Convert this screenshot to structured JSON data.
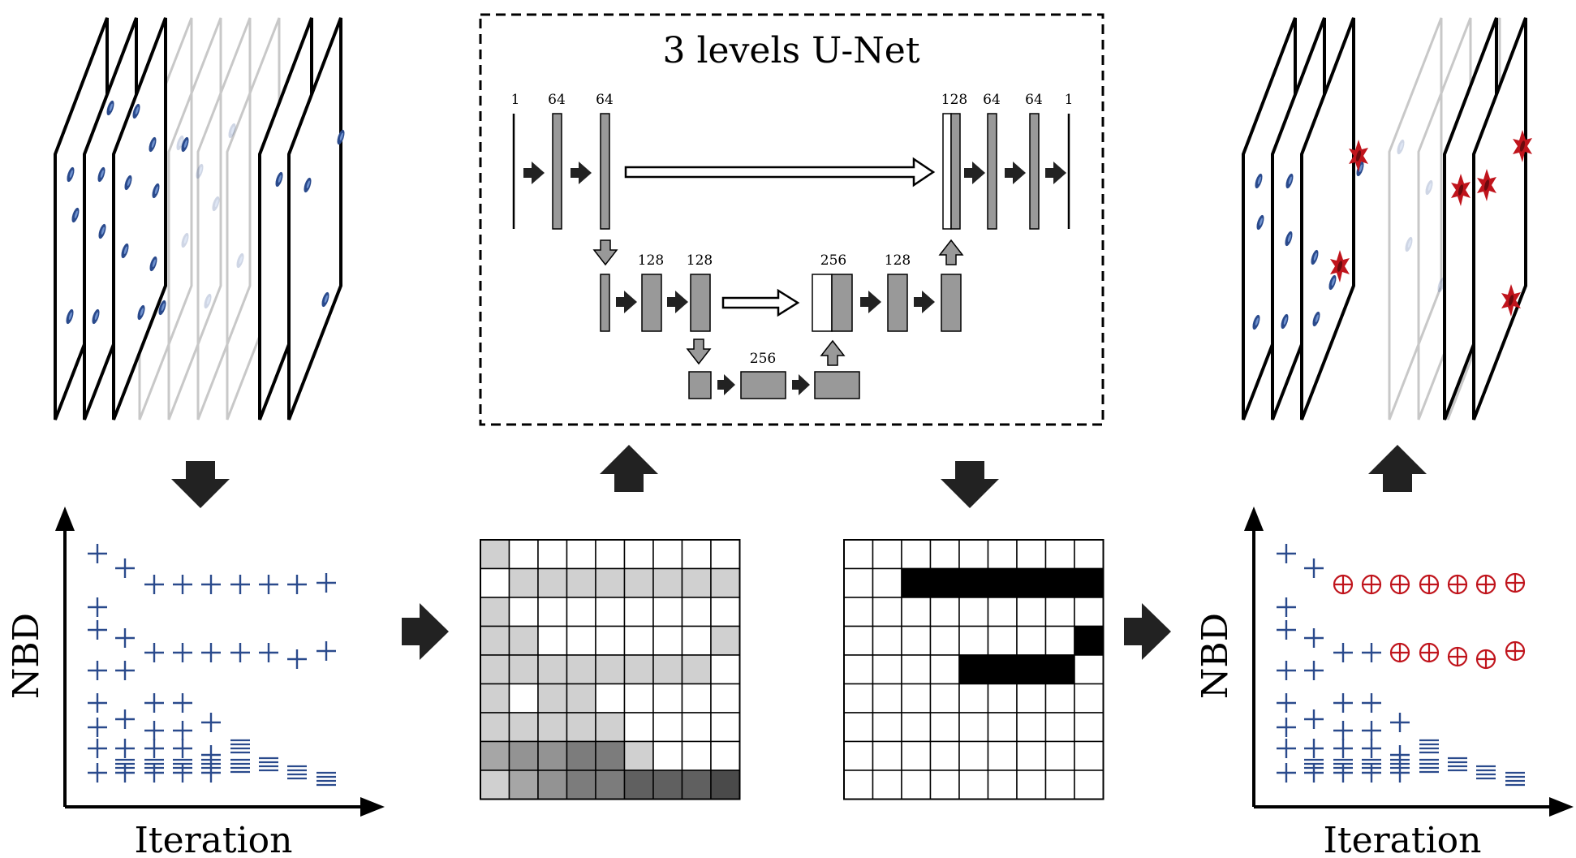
{
  "unet": {
    "title": "3 levels U-Net",
    "level1": {
      "c_in": "1",
      "c_a": "64",
      "c_b": "64",
      "c_concat": "128",
      "c_d1": "64",
      "c_d2": "64",
      "c_out": "1"
    },
    "level2": {
      "c_a": "128",
      "c_b": "128",
      "c_concat": "256",
      "c_d": "128"
    },
    "level3": {
      "c_a": "256"
    }
  },
  "plot_left": {
    "ylabel": "NBD",
    "xlabel": "Iteration"
  },
  "plot_right": {
    "ylabel": "NBD",
    "xlabel": "Iteration"
  },
  "colors": {
    "marker_blue": "#2a4a8c",
    "marker_red": "#c0141c",
    "block_gray": "#999999",
    "arrow_dark": "#222222"
  },
  "heatmap_grid": {
    "rows": 9,
    "cols": 9,
    "levels": [
      [
        2,
        0,
        0,
        0,
        0,
        0,
        0,
        0,
        0
      ],
      [
        0,
        2,
        2,
        2,
        2,
        2,
        2,
        2,
        2
      ],
      [
        2,
        0,
        0,
        0,
        0,
        0,
        0,
        0,
        0
      ],
      [
        2,
        2,
        0,
        0,
        0,
        0,
        0,
        0,
        2
      ],
      [
        2,
        2,
        2,
        2,
        2,
        2,
        2,
        2,
        0
      ],
      [
        2,
        0,
        2,
        2,
        0,
        0,
        0,
        0,
        0
      ],
      [
        2,
        2,
        2,
        2,
        2,
        0,
        0,
        0,
        0
      ],
      [
        3,
        4,
        4,
        5,
        5,
        2,
        0,
        0,
        0
      ],
      [
        2,
        3,
        4,
        5,
        5,
        6,
        6,
        6,
        7
      ]
    ],
    "shades": [
      "#ffffff",
      "#e4e4e4",
      "#d0d0d0",
      "#a6a6a6",
      "#939393",
      "#7c7c7c",
      "#606060",
      "#4a4a4a"
    ]
  },
  "binary_grid": {
    "rows": 9,
    "cols": 9,
    "filled": [
      [
        0,
        0,
        0,
        0,
        0,
        0,
        0,
        0,
        0
      ],
      [
        0,
        0,
        1,
        1,
        1,
        1,
        1,
        1,
        1
      ],
      [
        0,
        0,
        0,
        0,
        0,
        0,
        0,
        0,
        0
      ],
      [
        0,
        0,
        0,
        0,
        0,
        0,
        0,
        0,
        1
      ],
      [
        0,
        0,
        0,
        0,
        1,
        1,
        1,
        1,
        0
      ],
      [
        0,
        0,
        0,
        0,
        0,
        0,
        0,
        0,
        0
      ],
      [
        0,
        0,
        0,
        0,
        0,
        0,
        0,
        0,
        0
      ],
      [
        0,
        0,
        0,
        0,
        0,
        0,
        0,
        0,
        0
      ],
      [
        0,
        0,
        0,
        0,
        0,
        0,
        0,
        0,
        0
      ]
    ]
  }
}
